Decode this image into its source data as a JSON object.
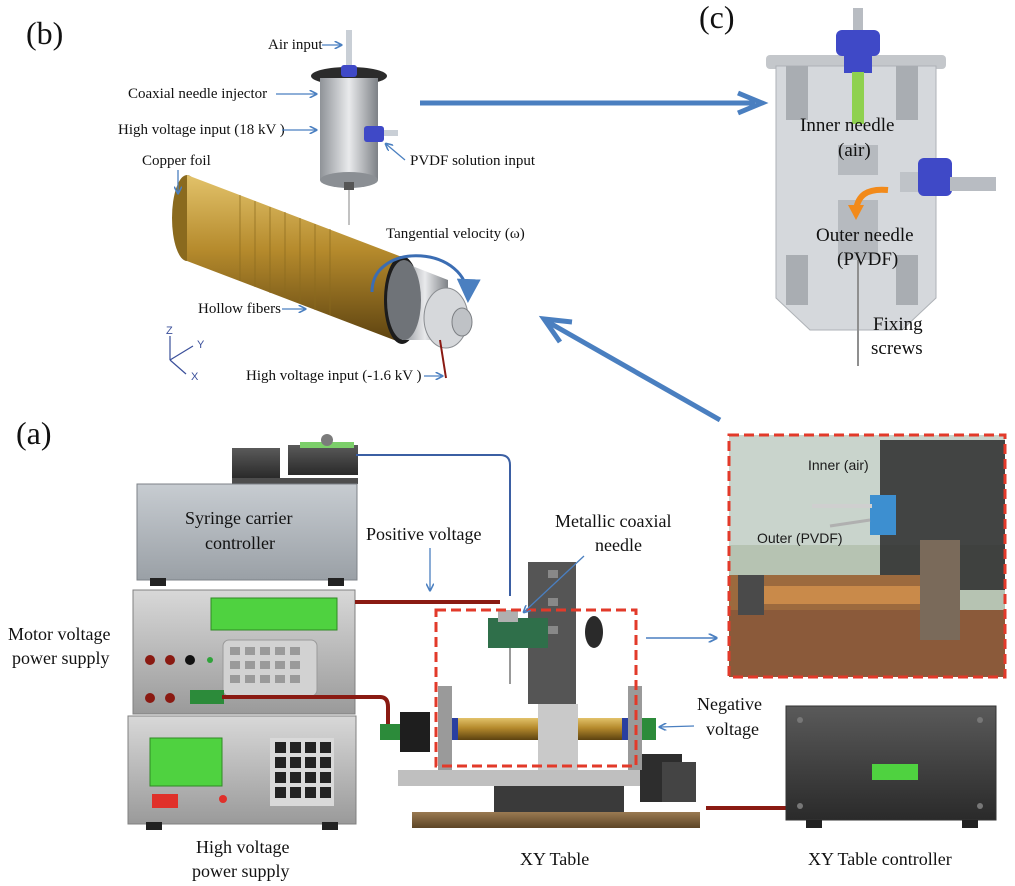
{
  "panels": {
    "a": "(a)",
    "b": "(b)",
    "c": "(c)"
  },
  "panel_b": {
    "air_input": "Air input",
    "coaxial_needle_injector": "Coaxial needle injector",
    "high_voltage_top": "High voltage input (18 kV )",
    "pvdf_solution_input": "PVDF solution input",
    "copper_foil": "Copper foil",
    "tangential_velocity": "Tangential velocity (ω)",
    "hollow_fibers": "Hollow fibers",
    "high_voltage_bottom": "High voltage input (-1.6 kV )",
    "axis_z": "Z",
    "axis_y": "Y",
    "axis_x": "X"
  },
  "panel_c": {
    "inner_needle_line1": "Inner needle",
    "inner_needle_line2": "(air)",
    "outer_needle_line1": "Outer needle",
    "outer_needle_line2": "(PVDF)",
    "fixing_line1": "Fixing",
    "fixing_line2": "screws"
  },
  "panel_a": {
    "syringe_line1": "Syringe carrier",
    "syringe_line2": "controller",
    "positive_voltage": "Positive voltage",
    "metallic_line1": "Metallic coaxial",
    "metallic_line2": "needle",
    "motor_line1": "Motor voltage",
    "motor_line2": "power supply",
    "negative_line1": "Negative",
    "negative_line2": "voltage",
    "hv_line1": "High voltage",
    "hv_line2": "power supply",
    "xy_table": "XY Table",
    "xy_controller": "XY Table controller",
    "photo_inner": "Inner (air)",
    "photo_outer": "Outer (PVDF)"
  },
  "colors": {
    "arrow_blue": "#4a7fc0",
    "wire_red": "#8a1a12",
    "dash_red": "#e23a2a",
    "lcd_green": "#4fd240"
  }
}
